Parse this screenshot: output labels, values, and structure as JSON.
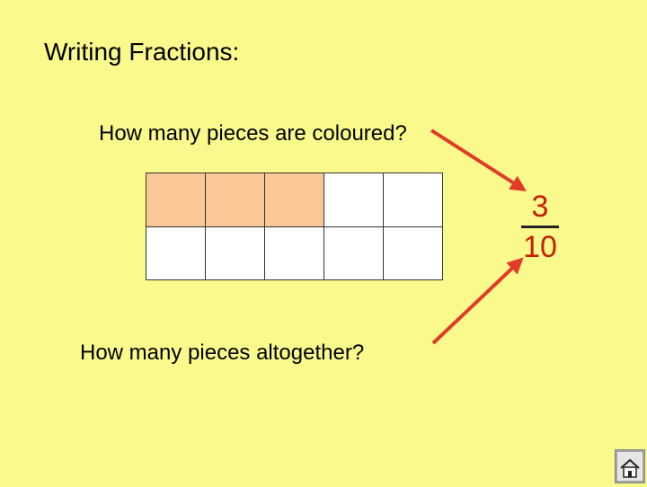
{
  "slide": {
    "title": "Writing Fractions:",
    "question_coloured": "How many pieces are coloured?",
    "question_total": "How many pieces altogether?"
  },
  "grid": {
    "columns": 5,
    "rows": 2,
    "coloured_cells": 3,
    "coloured_color": "#fac896",
    "blank_color": "#ffffff"
  },
  "fraction": {
    "numerator": "3",
    "denominator": "10",
    "color": "#c81e00"
  },
  "colors": {
    "background": "#fafa8c",
    "arrow": "#e03c28"
  },
  "nav": {
    "home_icon": "home-icon"
  }
}
